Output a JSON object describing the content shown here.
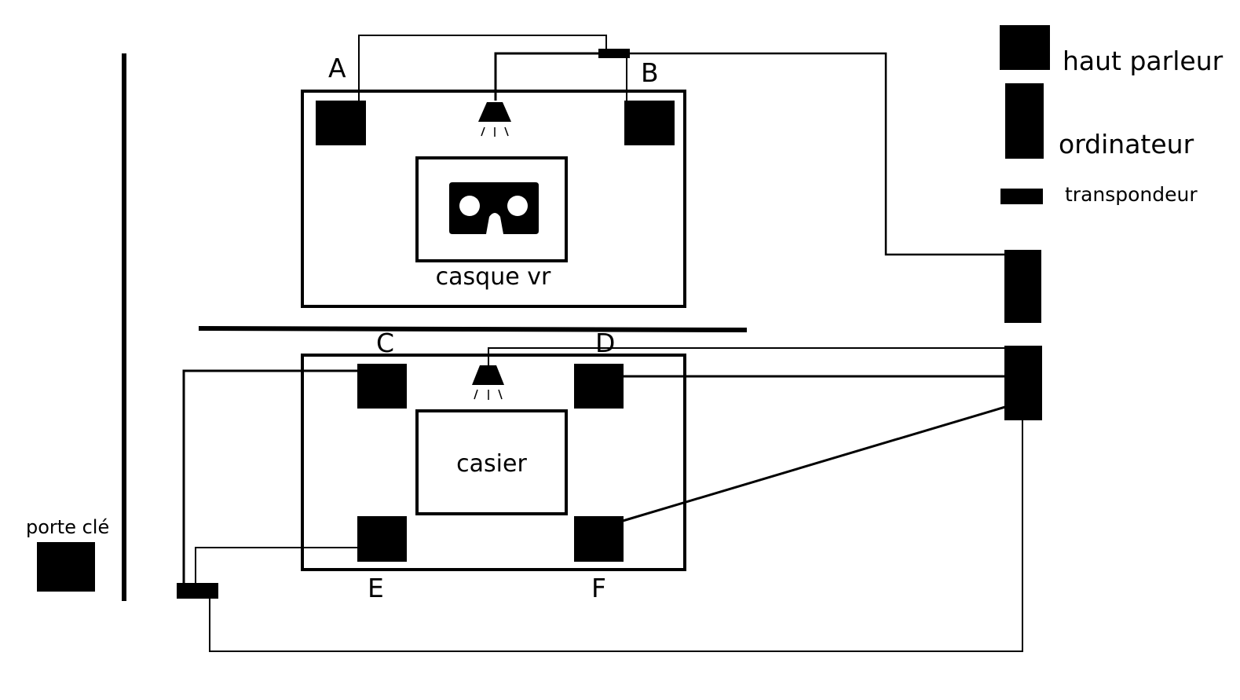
{
  "diagram": {
    "colors": {
      "ink": "#000000",
      "paper": "#ffffff"
    },
    "legend": {
      "speaker_label": "haut parleur",
      "computer_label": "ordinateur",
      "transponder_label": "transpondeur"
    },
    "upper_room": {
      "speaker_a": "A",
      "speaker_b": "B",
      "vr_label": "casque vr",
      "vr_icon": "vr-headset-icon",
      "light_icon": "ceiling-lamp-icon"
    },
    "lower_room": {
      "speaker_c": "C",
      "speaker_d": "D",
      "speaker_e": "E",
      "speaker_f": "F",
      "locker_label": "casier",
      "light_icon": "ceiling-lamp-icon"
    },
    "key_holder_label": "porte clé"
  }
}
